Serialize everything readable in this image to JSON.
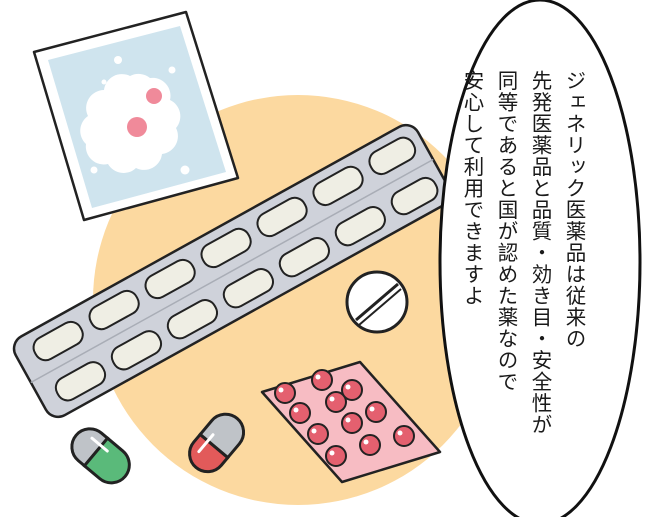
{
  "speech": {
    "lines": [
      "ジェネリック医薬品は従来の",
      "先発医薬品と品質・効き目・安全性が",
      "同等であると国が認めた薬なので",
      "安心して利用できますよ"
    ]
  },
  "colors": {
    "backdrop_circle": "#fcd9a0",
    "sachet_fill": "#cfe4ee",
    "blister_fill": "#cfd2da",
    "tablet_fill": "#efeee4",
    "red_pack_fill": "#f7bcc3",
    "red_pill": "#e4606f",
    "capsule_grey": "#bfc3c8",
    "capsule_green": "#5aba7a",
    "capsule_red": "#e25a5a",
    "outline": "#222222"
  }
}
